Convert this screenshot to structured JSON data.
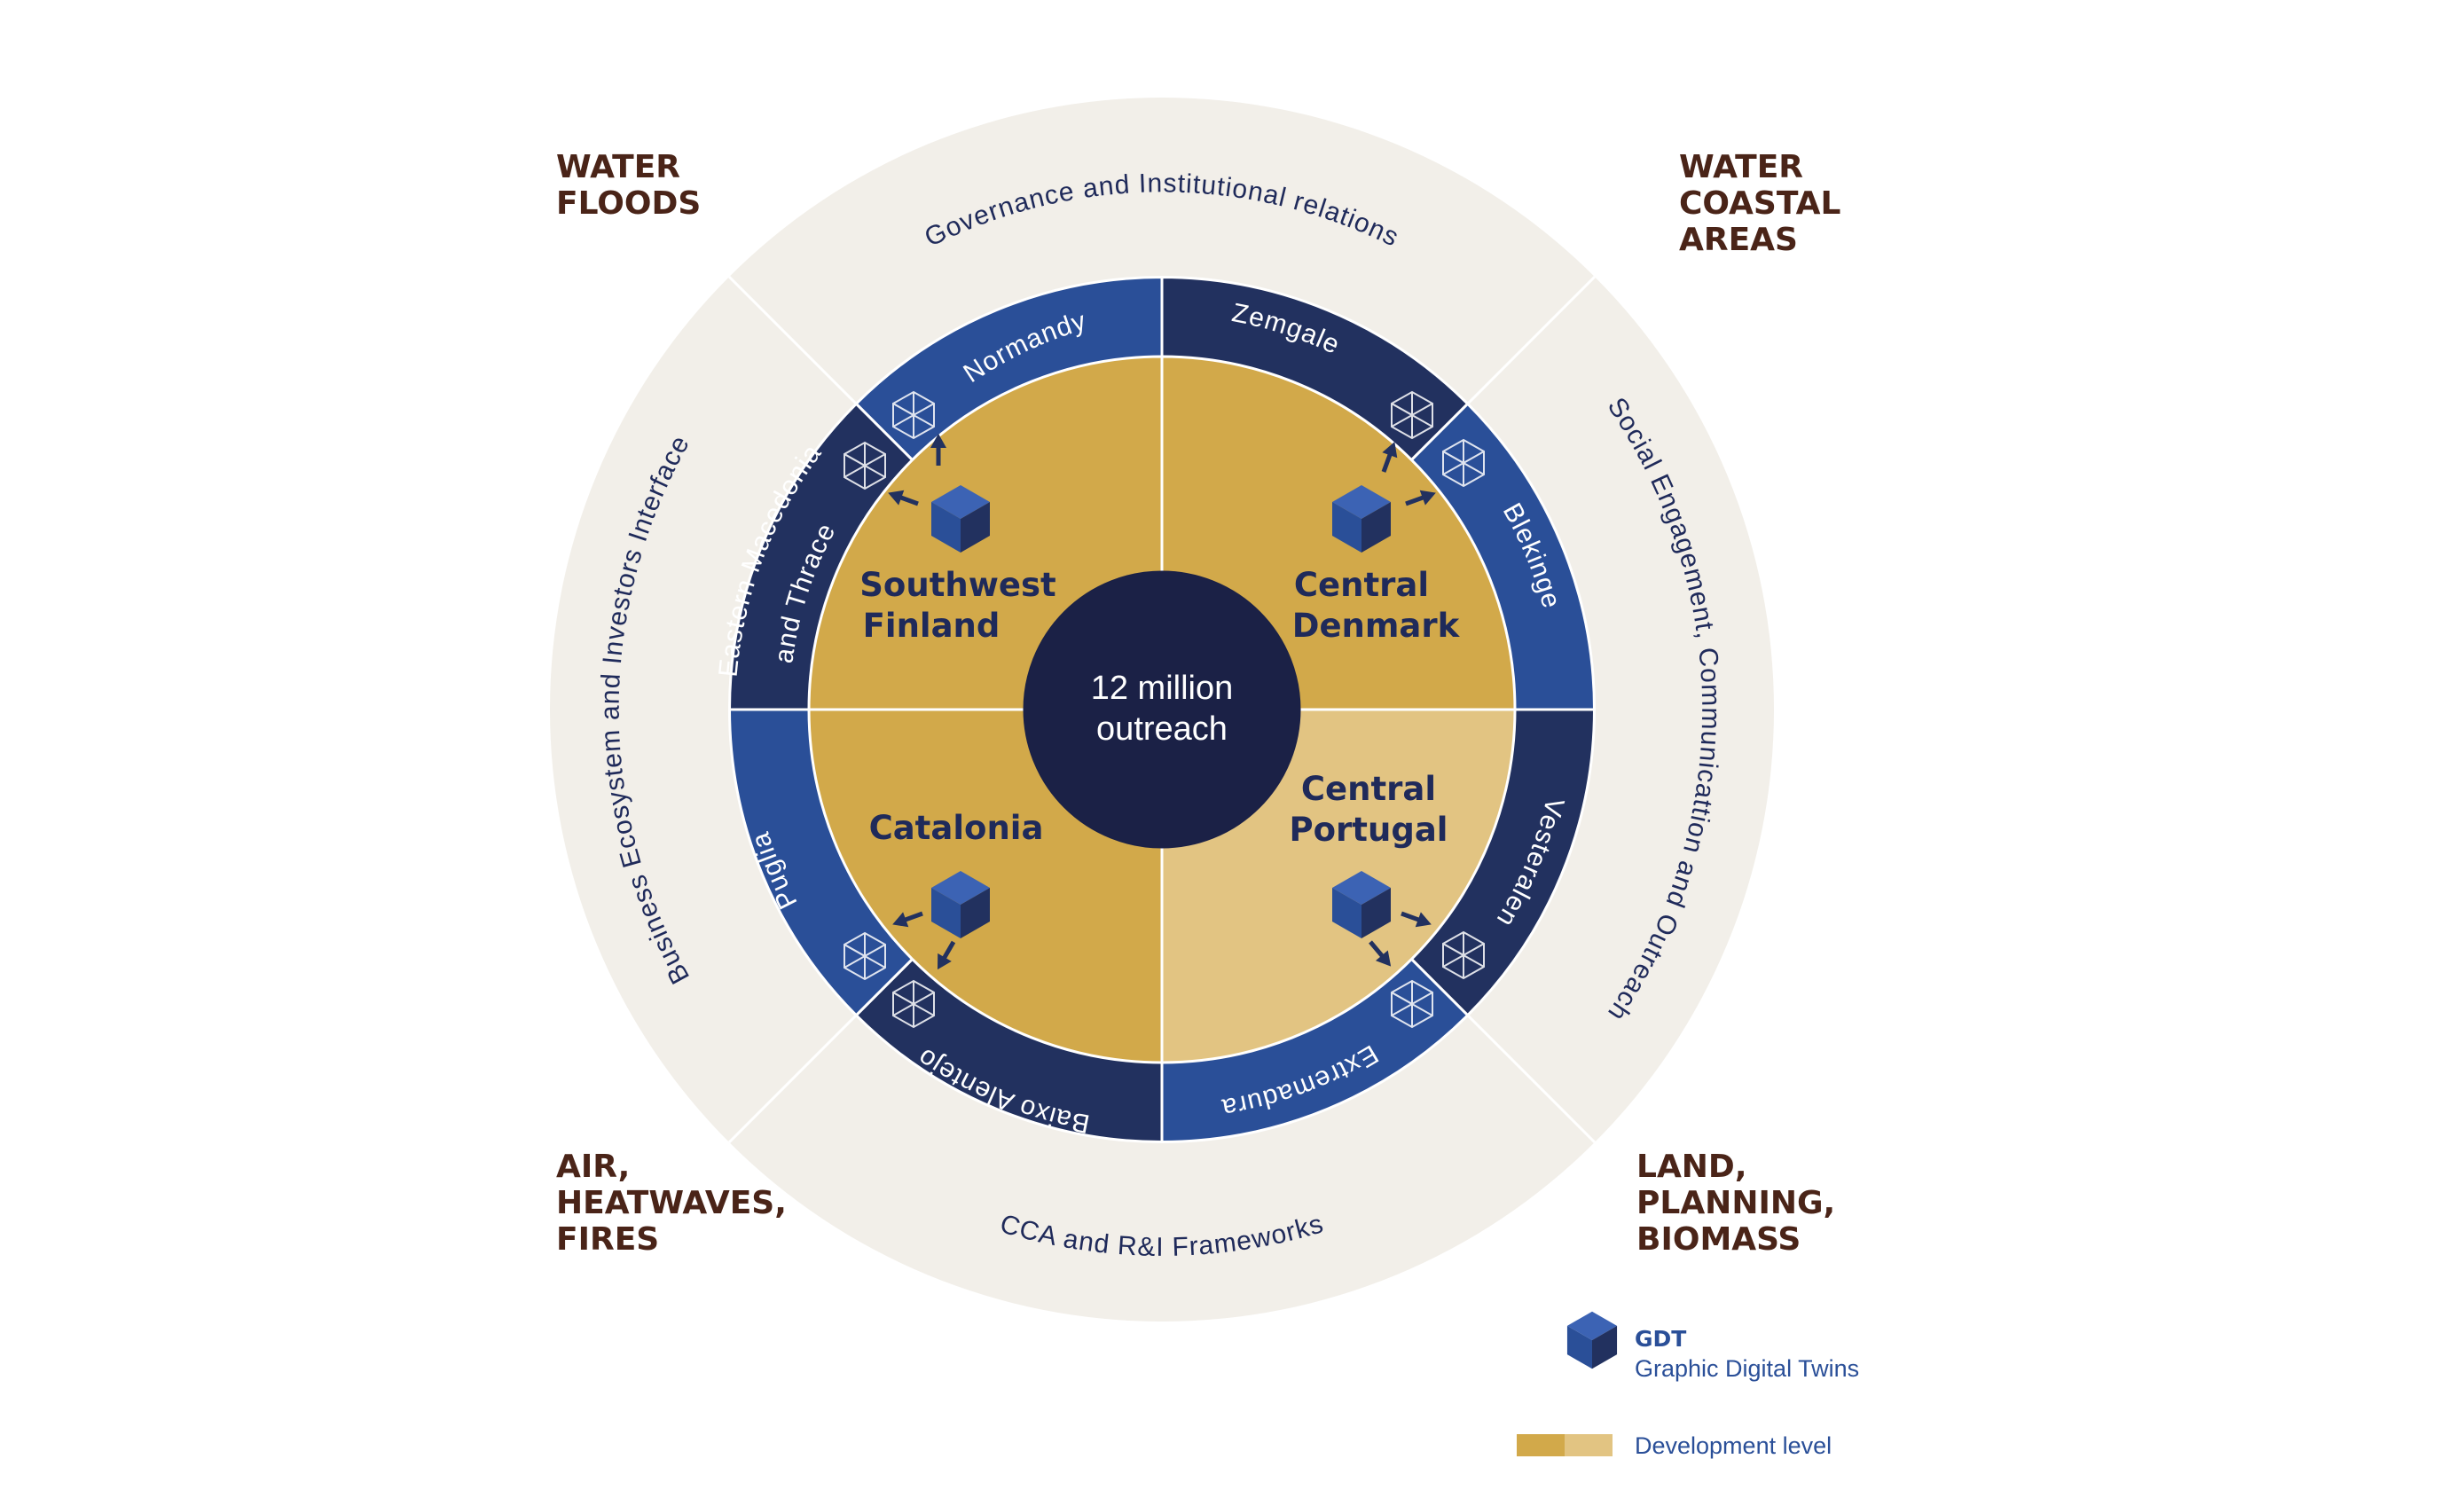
{
  "colors": {
    "outer_ring": "#f2efe9",
    "ring_divider": "#ffffff",
    "region_blue": "#2a4f98",
    "region_navy": "#22315f",
    "dev_high": "#d2a94a",
    "dev_low": "#e2c482",
    "center": "#1b2146",
    "corner_text": "#4a2418",
    "legend_text": "#2a4f98"
  },
  "corners": {
    "top_left": [
      "WATER",
      "FLOODS"
    ],
    "top_right": [
      "WATER",
      "COASTAL",
      "AREAS"
    ],
    "bottom_left": [
      "AIR,",
      "HEATWAVES,",
      "FIRES"
    ],
    "bottom_right": [
      "LAND,",
      "PLANNING,",
      "BIOMASS"
    ]
  },
  "outer_ring": {
    "top": "Governance and Institutional relations",
    "right": "Social Engagement, Communicattion and Outreach",
    "bottom": "CCA and R&I Frameworks",
    "left": "Business Ecosystem and Investors Interface"
  },
  "regions": [
    {
      "label": "Normandy",
      "color": "region_blue"
    },
    {
      "label": "Zemgale",
      "color": "region_navy"
    },
    {
      "label": "Blekinge",
      "color": "region_blue"
    },
    {
      "label": "Vesteralen",
      "color": "region_navy"
    },
    {
      "label": "Extremadura",
      "color": "region_blue"
    },
    {
      "label": "Baixo Alentejo",
      "color": "region_navy"
    },
    {
      "label": "Puglia",
      "color": "region_blue"
    },
    {
      "label": "Eastern Macedonia",
      "label_line2": "and Thrace",
      "color": "region_navy"
    }
  ],
  "quadrants": [
    {
      "lines": [
        "Southwest",
        "Finland"
      ],
      "level": "dev_high",
      "icon": "gdt-cube-icon"
    },
    {
      "lines": [
        "Central",
        "Denmark"
      ],
      "level": "dev_high",
      "icon": "gdt-cube-icon"
    },
    {
      "lines": [
        "Central",
        "Portugal"
      ],
      "level": "dev_low",
      "icon": "gdt-cube-icon"
    },
    {
      "lines": [
        "Catalonia"
      ],
      "level": "dev_high",
      "icon": "gdt-cube-icon"
    }
  ],
  "center": {
    "line1": "12 million",
    "line2": "outreach"
  },
  "legend": {
    "gdt_title": "GDT",
    "gdt_subtitle": "Graphic Digital Twins",
    "dev_label": "Development level"
  }
}
